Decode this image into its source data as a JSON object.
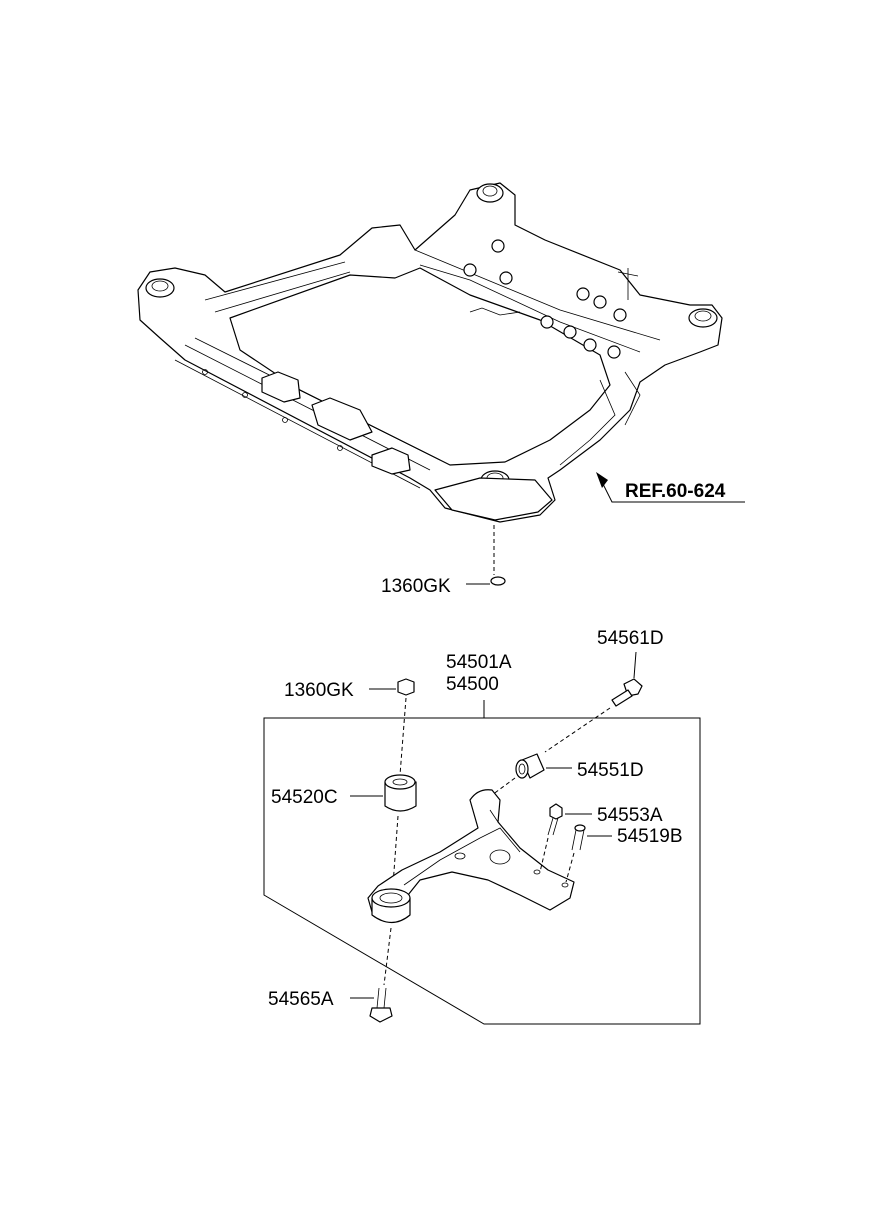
{
  "diagram": {
    "reference_label": "REF.60-624",
    "parts": {
      "crossmember_nut": "1360GK",
      "arm_nut": "1360GK",
      "arm_assembly_a": "54501A",
      "arm_assembly_b": "54500",
      "bolt_front": "54561D",
      "bushing_front": "54551D",
      "bushing_rear": "54520C",
      "bolt_small": "54553A",
      "pin_small": "54519B",
      "bolt_rear": "54565A"
    }
  }
}
